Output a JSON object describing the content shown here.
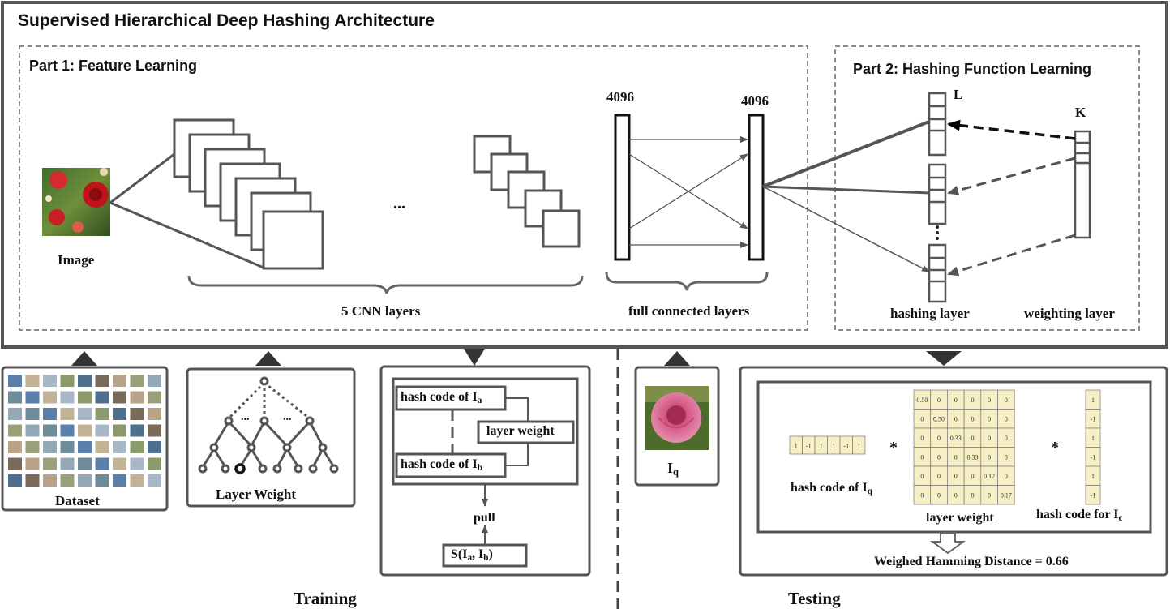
{
  "title": "Supervised Hierarchical Deep Hashing Architecture",
  "part1": {
    "title": "Part 1: Feature Learning",
    "image_label": "Image",
    "ellipsis": "...",
    "cnn_label": "5 CNN layers",
    "fc_label": "full connected layers",
    "fc_left_dim": "4096",
    "fc_right_dim": "4096"
  },
  "part2": {
    "title": "Part 2: Hashing Function Learning",
    "L": "L",
    "K": "K",
    "hashing_layer": "hashing layer",
    "weighting_layer": "weighting layer"
  },
  "training": {
    "label": "Training",
    "dataset": "Dataset",
    "layer_weight": "Layer Weight",
    "tree_dots": "...",
    "hash_a": "hash code of I",
    "hash_a_sub": "a",
    "hash_b": "hash code of I",
    "hash_b_sub": "b",
    "layer_weight_box": "layer weight",
    "pull": "pull",
    "s_prefix": "S(I",
    "s_a": "a",
    "s_mid": ", I",
    "s_b": "b",
    "s_suffix": ")"
  },
  "testing": {
    "label": "Testing",
    "iq": "I",
    "iq_sub": "q",
    "hash_q": "hash code of I",
    "hash_q_sub": "q",
    "layer_weight": "layer weight",
    "hash_c": "hash code for I",
    "hash_c_sub": "c",
    "mult": "*",
    "distance": "Weighed Hamming Distance = 0.66",
    "row_vector": [
      "1",
      "-1",
      "1",
      "1",
      "-1",
      "1"
    ],
    "col_vector": [
      "1",
      "-1",
      "1",
      "-1",
      "1",
      "-1"
    ],
    "matrix": [
      [
        "0.50",
        "0",
        "0",
        "0",
        "0",
        "0"
      ],
      [
        "0",
        "0.50",
        "0",
        "0",
        "0",
        "0"
      ],
      [
        "0",
        "0",
        "0.33",
        "0",
        "0",
        "0"
      ],
      [
        "0",
        "0",
        "0",
        "0.33",
        "0",
        "0"
      ],
      [
        "0",
        "0",
        "0",
        "0",
        "0.17",
        "0"
      ],
      [
        "0",
        "0",
        "0",
        "0",
        "0",
        "0.17"
      ]
    ]
  },
  "colors": {
    "stroke": "#555555",
    "cell_fill": "#f6efc6",
    "dark_triangle": "#333333"
  }
}
